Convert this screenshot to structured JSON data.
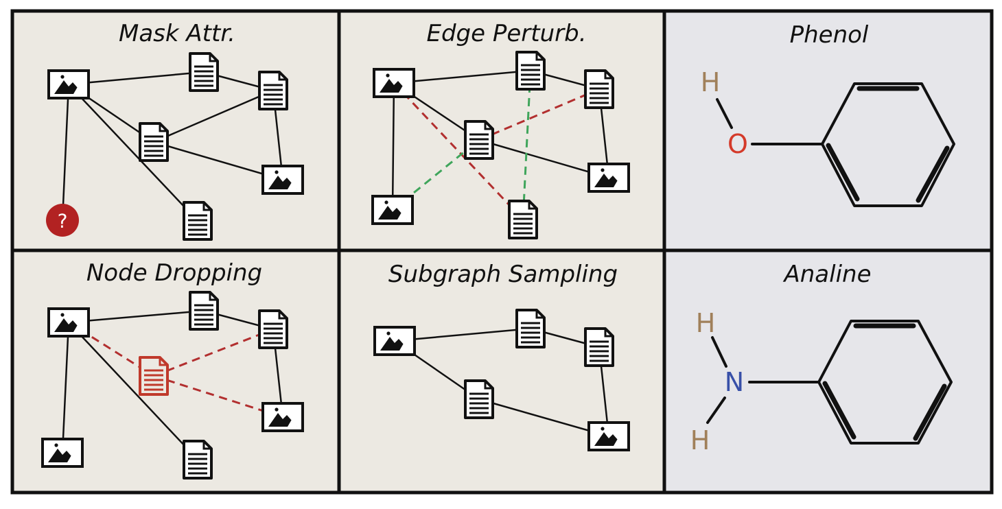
{
  "colors": {
    "graph_panel_bg": "#ece9e2",
    "molecule_panel_bg": "#e6e6ea",
    "border": "#111111",
    "edge": "#111111",
    "removed_edge": "#b22f2f",
    "added_edge": "#3fa55b",
    "dropped_node": "#c0392b",
    "masked_node": "#b22222",
    "hydrogen": "#a0805a",
    "oxygen": "#d43a2a",
    "nitrogen": "#3850a8"
  },
  "panels": {
    "mask_attr": {
      "title": "Mask Attr.",
      "masked_symbol": "?"
    },
    "edge_perturb": {
      "title": "Edge Perturb."
    },
    "node_dropping": {
      "title": "Node Dropping"
    },
    "subgraph_sampling": {
      "title": "Subgraph Sampling"
    },
    "phenol": {
      "title": "Phenol",
      "atoms": {
        "h": "H",
        "o": "O"
      }
    },
    "analine": {
      "title": "Analine",
      "atoms": {
        "h1": "H",
        "n": "N",
        "h2": "H"
      }
    }
  },
  "icons": {
    "image_node": "image-icon",
    "document_node": "document-icon"
  }
}
